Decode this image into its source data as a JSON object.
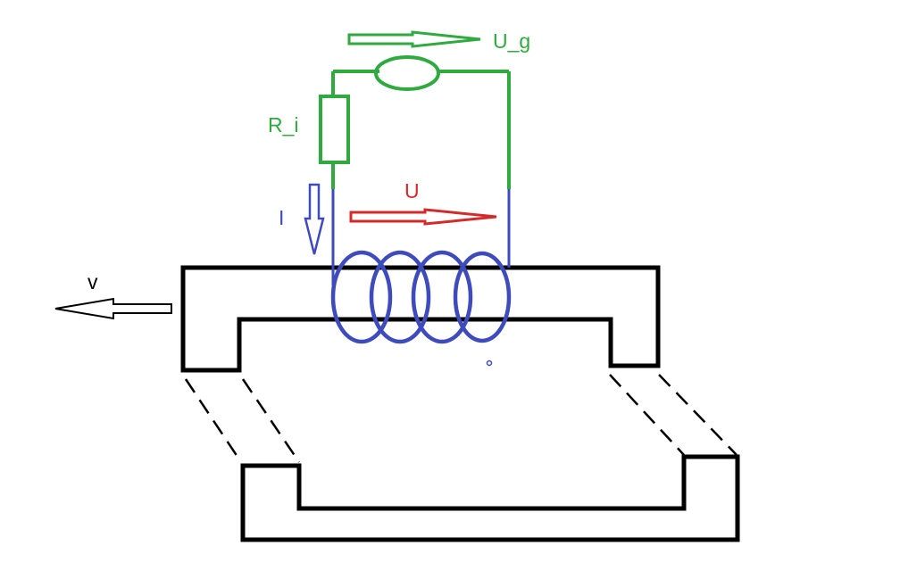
{
  "labels": {
    "ug": "U_g",
    "ri": "R_i",
    "u": "U",
    "i": "I",
    "v": "v"
  },
  "colors": {
    "black": "#000000",
    "green": "#2eaa3f",
    "blue": "#3d4bbd",
    "red": "#d42a2a"
  }
}
